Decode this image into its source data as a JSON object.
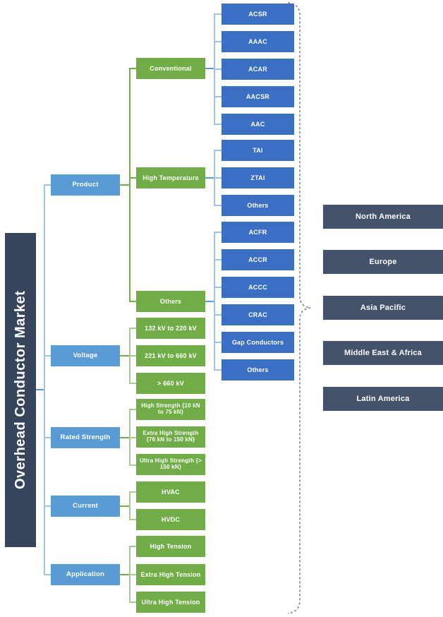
{
  "root": {
    "title": "Overhead Conductor Market"
  },
  "segments": [
    {
      "name": "Product",
      "label": "Product"
    },
    {
      "name": "Voltage",
      "label": "Voltage"
    },
    {
      "name": "Rated Strength",
      "label": "Rated Strength"
    },
    {
      "name": "Current",
      "label": "Current"
    },
    {
      "name": "Application",
      "label": "Application"
    }
  ],
  "product_subtypes": [
    {
      "label": "Conventional"
    },
    {
      "label": "High Temperature"
    },
    {
      "label": "Others"
    }
  ],
  "conventional_types": [
    {
      "label": "ACSR"
    },
    {
      "label": "AAAC"
    },
    {
      "label": "ACAR"
    },
    {
      "label": "AACSR"
    },
    {
      "label": "AAC"
    }
  ],
  "high_temperature_types": [
    {
      "label": "TAl"
    },
    {
      "label": "ZTAl"
    },
    {
      "label": "Others"
    }
  ],
  "other_types": [
    {
      "label": "ACFR"
    },
    {
      "label": "ACCR"
    },
    {
      "label": "ACCC"
    },
    {
      "label": "CRAC"
    },
    {
      "label": "Gap Conductors"
    },
    {
      "label": "Others"
    }
  ],
  "voltage_ranges": [
    {
      "label": "132 kV to 220 kV"
    },
    {
      "label": "221 kV to 660 kV"
    },
    {
      "label": "> 660 kV"
    }
  ],
  "rated_strength_ranges": [
    {
      "label": "High Strength {10 kN to 75 kN}"
    },
    {
      "label": "Extra High Strength {76 kN to 150 kN}"
    },
    {
      "label": "Ultra High Strength {> 150 kN}"
    }
  ],
  "current_types": [
    {
      "label": "HVAC"
    },
    {
      "label": "HVDC"
    }
  ],
  "application_types": [
    {
      "label": "High Tension"
    },
    {
      "label": "Extra High Tension"
    },
    {
      "label": "Ultra High Tension"
    }
  ],
  "regions": [
    {
      "label": "North America"
    },
    {
      "label": "Europe"
    },
    {
      "label": "Asia Pacific"
    },
    {
      "label": "Middle East & Africa"
    },
    {
      "label": "Latin America"
    }
  ],
  "colors": {
    "root": "#36445C",
    "level1": "#5B9BD5",
    "level2": "#70AD47",
    "level3": "#3B6FC4",
    "region": "#44536B"
  }
}
